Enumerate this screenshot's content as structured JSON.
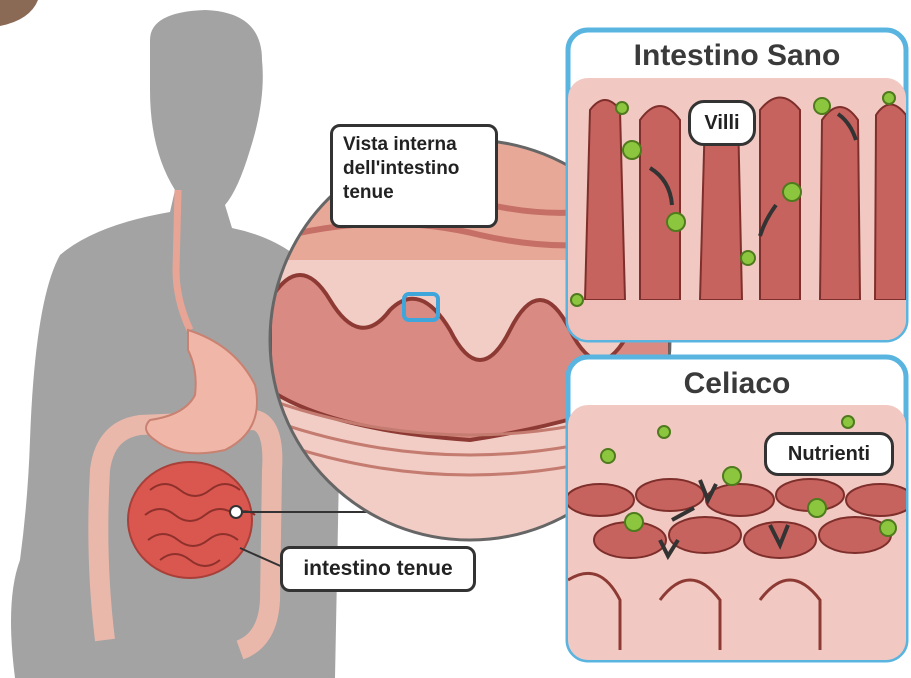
{
  "labels": {
    "inner_view": "Vista interna dell'intestino tenue",
    "small_intestine": "intestino tenue",
    "healthy_title": "Intestino Sano",
    "villi": "Villi",
    "celiac_title": "Celiaco",
    "nutrients": "Nutrienti"
  },
  "colors": {
    "silhouette": "#a3a3a3",
    "panel_border": "#5ab4e0",
    "tissue": "#e9b3ac",
    "villi": "#c7635e",
    "nutrient": "#8cc63f",
    "intestine": "#d9574f"
  }
}
